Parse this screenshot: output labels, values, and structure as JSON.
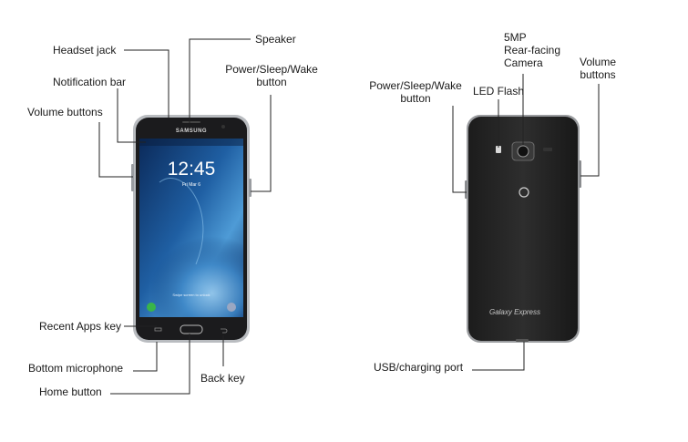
{
  "front": {
    "brand": "SAMSUNG",
    "clock": "12:45",
    "date": "Fri Mar 6",
    "unlock_hint": "Swipe screen to unlock",
    "labels": {
      "headset_jack": "Headset jack",
      "notification_bar": "Notification bar",
      "volume_buttons": "Volume buttons",
      "speaker": "Speaker",
      "power_line1": "Power/Sleep/Wake",
      "power_line2": "button",
      "recent_apps": "Recent Apps key",
      "bottom_mic": "Bottom microphone",
      "home_button": "Home button",
      "back_key": "Back key"
    }
  },
  "back": {
    "model": "Galaxy Express",
    "labels": {
      "camera_line1": "5MP",
      "camera_line2": "Rear-facing",
      "camera_line3": "Camera",
      "led_flash": "LED Flash",
      "volume_line1": "Volume",
      "volume_line2": "buttons",
      "power_line1": "Power/Sleep/Wake",
      "power_line2": "button",
      "usb_port": "USB/charging port"
    }
  }
}
